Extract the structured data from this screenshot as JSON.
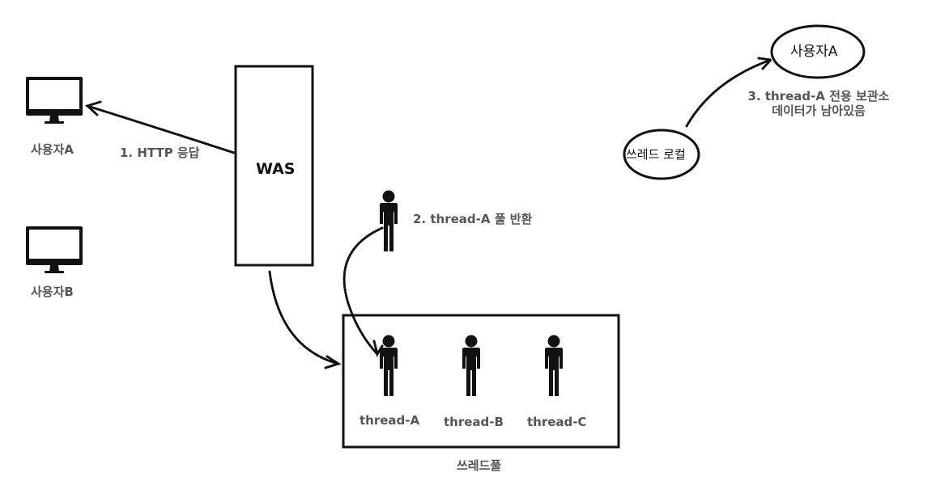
{
  "users": {
    "user_a_label": "사용자A",
    "user_b_label": "사용자B"
  },
  "was": {
    "label": "WAS"
  },
  "arrows": {
    "http_response_label": "1. HTTP 응답",
    "pool_return_label": "2. thread-A 풀 반환",
    "storage_line1": "3. thread-A 전용 보관소",
    "storage_line2": "데이터가 남아있음"
  },
  "thread_pool": {
    "label": "쓰레드풀",
    "threads": [
      "thread-A",
      "thread-B",
      "thread-C"
    ]
  },
  "thread_local": {
    "label": "쓰레드 로컬",
    "user_label": "사용자A"
  },
  "icons": {
    "monitor": "monitor-icon",
    "person": "person-icon"
  },
  "colors": {
    "stroke": "#111111",
    "label_gray": "#555555"
  }
}
